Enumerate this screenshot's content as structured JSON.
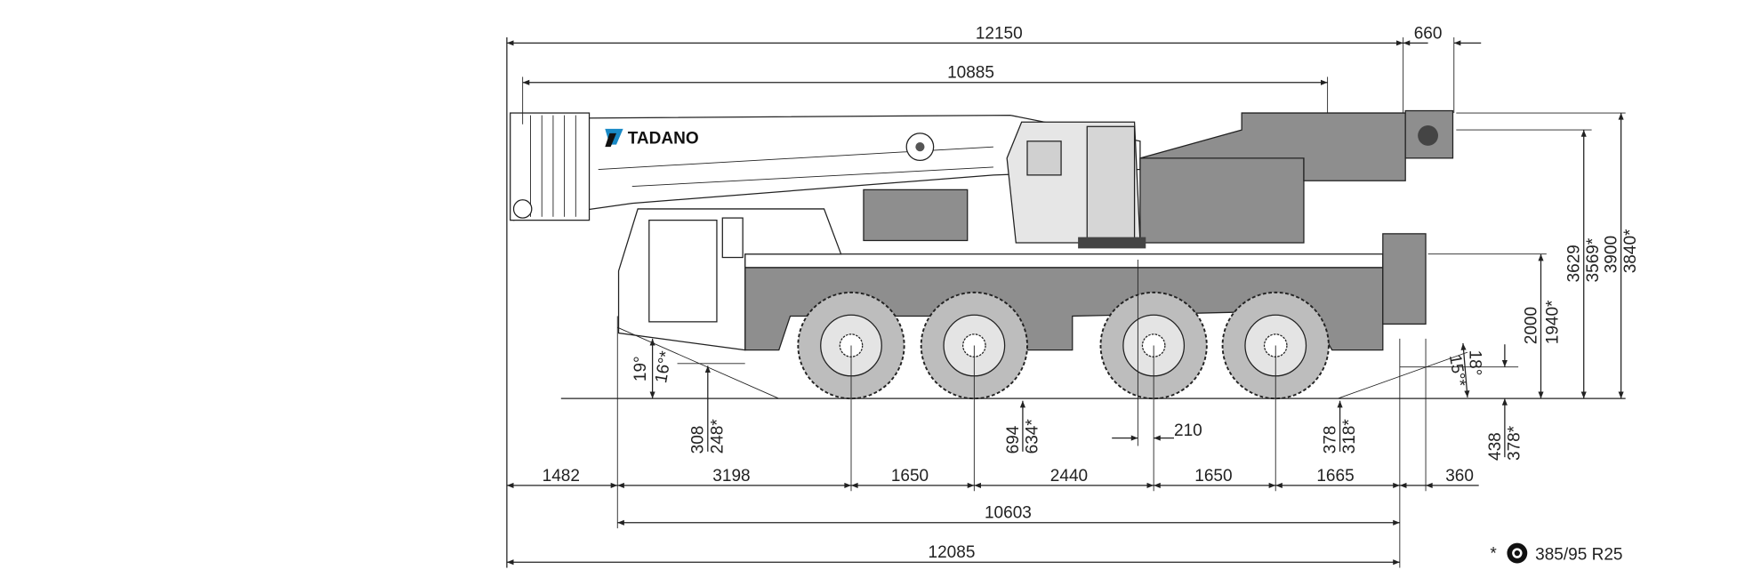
{
  "brand": "TADANO",
  "colors": {
    "body_gray": "#8e8e8e",
    "light_gray": "#d6d6d6",
    "line": "#222222",
    "logo_blue": "#1a8ac6"
  },
  "top_dims": {
    "overall_length": "12150",
    "rear_overhang": "660",
    "boom_length": "10885"
  },
  "bottom_dims": {
    "front_overhang": "1482",
    "front_to_axle1": "3198",
    "axle1_2": "1650",
    "axle2_3": "2440",
    "axle3_4": "1650",
    "axle4_rear": "1665",
    "rear_end": "360",
    "outrigger_span": "10603",
    "total_length": "12085"
  },
  "offset_210": "210",
  "clearances": {
    "front_a": "308",
    "front_b": "248*",
    "middle_a": "694",
    "middle_b": "634*",
    "rear_a": "378",
    "rear_b": "318*",
    "tail_a": "438",
    "tail_b": "378*"
  },
  "angles": {
    "approach_a": "19°",
    "approach_b": "16°*",
    "departure_a": "18°",
    "departure_b": "15°*"
  },
  "heights": {
    "deck_a": "2000",
    "deck_b": "1940*",
    "cab_a": "3629",
    "cab_b": "3569*",
    "overall_a": "3900",
    "overall_b": "3840*"
  },
  "tire_note": {
    "asterisk": "*",
    "icon": "tire-icon",
    "size": "385/95 R25"
  }
}
